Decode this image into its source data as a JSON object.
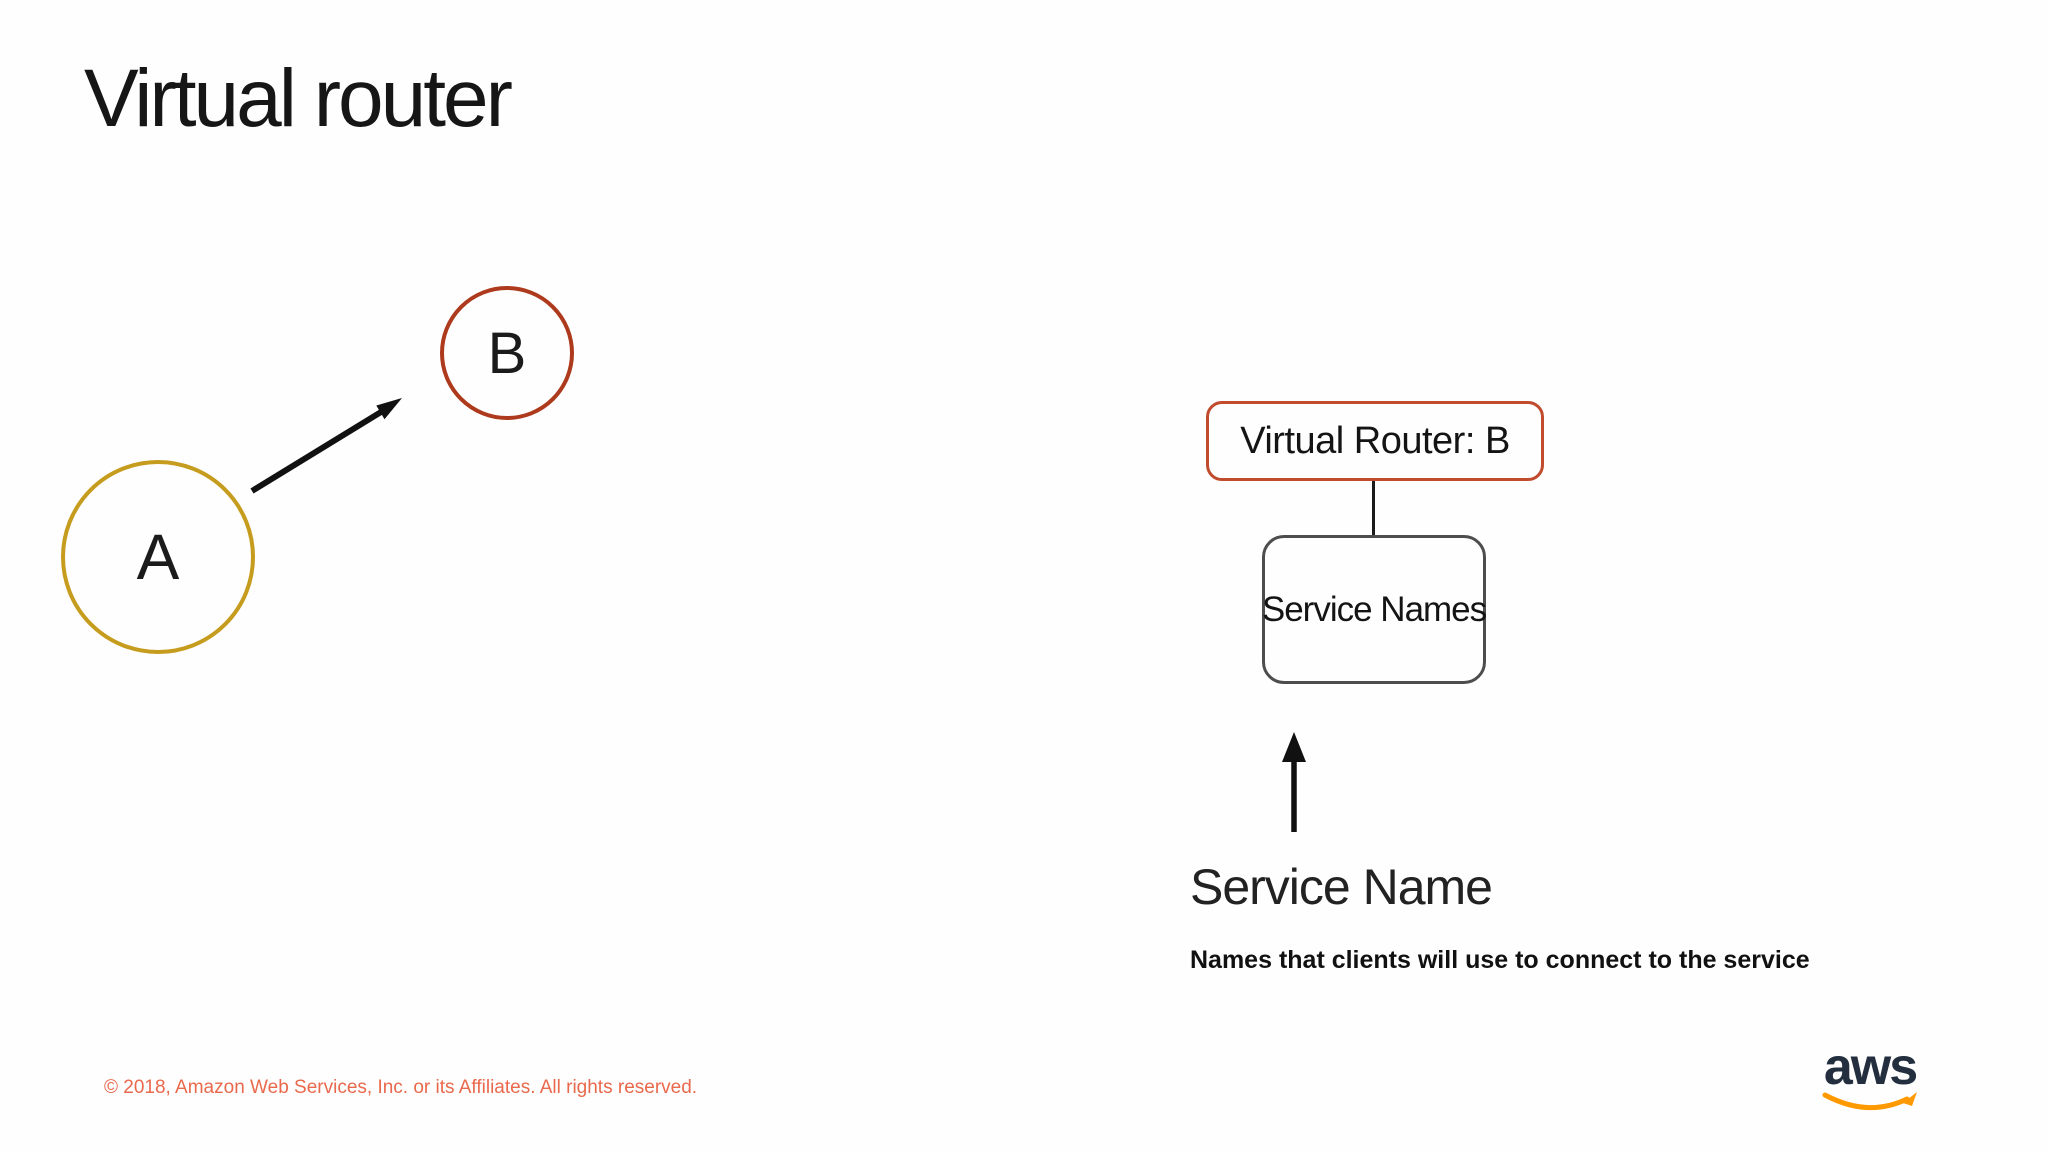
{
  "slide": {
    "title": "Virtual router",
    "footer": "© 2018, Amazon Web Services, Inc. or its Affiliates. All rights reserved."
  },
  "left_diagram": {
    "node_a_label": "A",
    "node_b_label": "B"
  },
  "right_diagram": {
    "router_label": "Virtual Router: B",
    "service_names_label": "Service Names",
    "caption": "Service Name",
    "description": "Names that clients will use to connect to the service"
  },
  "logo": {
    "text": "aws"
  },
  "colors": {
    "node_a_border": "#C69C1E",
    "node_b_border": "#AE3A1E",
    "router_border": "#C04B2D",
    "service_box_border": "#4D4D4D",
    "footer_text": "#E9694C",
    "arrow": "#111111",
    "connector": "#1A1A1A",
    "logo_text": "#232F3E",
    "logo_smile": "#FF9900"
  }
}
